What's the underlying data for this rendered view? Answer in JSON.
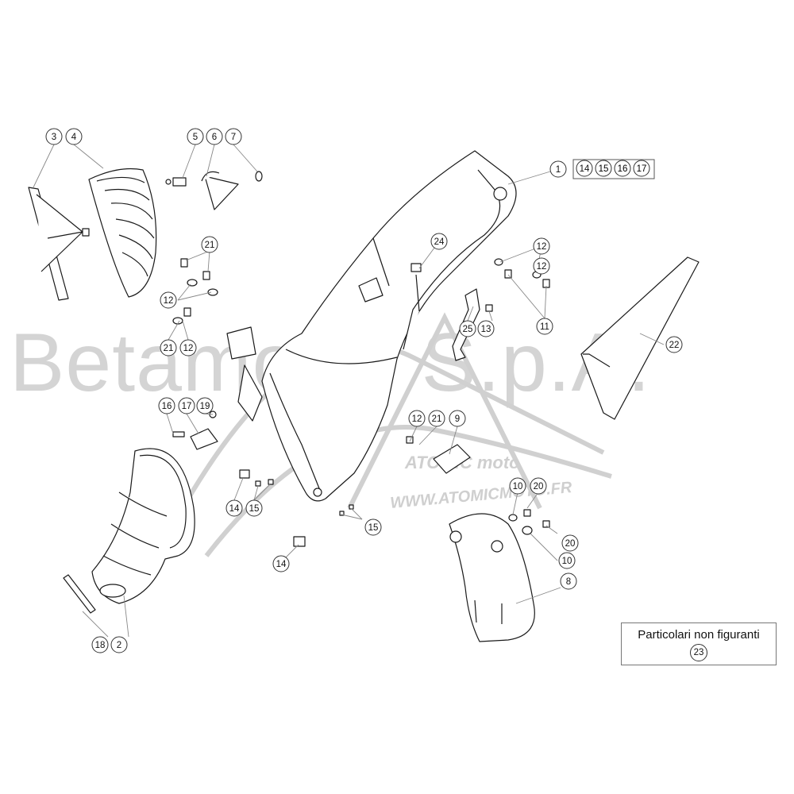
{
  "watermark": {
    "text": "Betamotor S.p.A."
  },
  "watermark_logo": {
    "brand": "ATOMIC moto",
    "url": "WWW.ATOMICMOTO.FR"
  },
  "note_box": {
    "title": "Particolari non figuranti",
    "number": "23"
  },
  "callouts": [
    "1",
    "2",
    "3",
    "4",
    "5",
    "6",
    "7",
    "8",
    "9",
    "10",
    "10",
    "11",
    "12",
    "12",
    "12",
    "12",
    "12",
    "13",
    "14",
    "14",
    "14",
    "15",
    "15",
    "16",
    "17",
    "18",
    "19",
    "20",
    "20",
    "21",
    "21",
    "21",
    "22",
    "24",
    "25"
  ],
  "kit_group": [
    "14",
    "15",
    "16",
    "17"
  ],
  "colors": {
    "line": "#1a1a1a",
    "watermark": "#d4d4d4",
    "leader": "#888888"
  }
}
